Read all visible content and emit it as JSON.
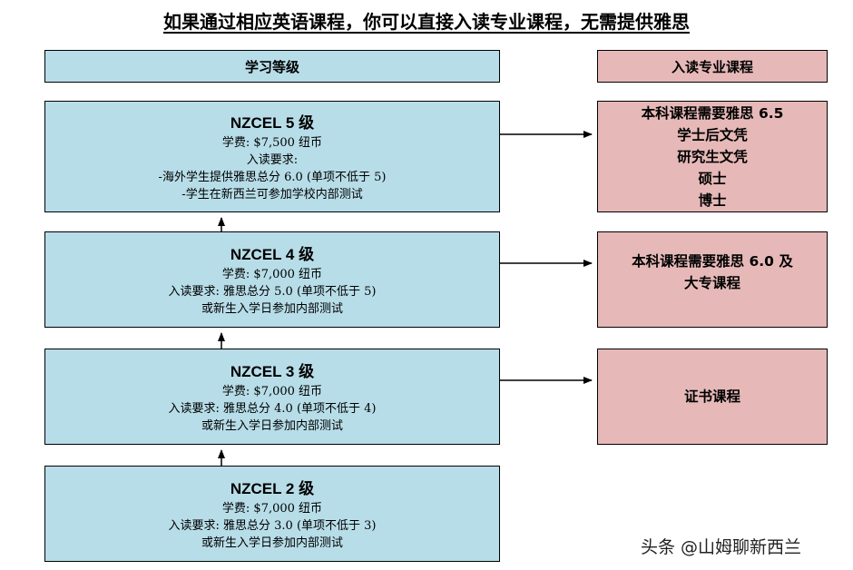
{
  "title": "如果通过相应英语课程，你可以直接入读专业课程，无需提供雅思",
  "headers": {
    "study_level": "学习等级",
    "enter_program": "入读专业课程"
  },
  "levels": [
    {
      "name": "NZCEL 5 级",
      "fee": "学费:  $7,500 纽币",
      "req_label": "入读要求:",
      "req_lines": [
        "-海外学生提供雅思总分 6.0 (单项不低于 5)",
        "-学生在新西兰可参加学校内部测试"
      ]
    },
    {
      "name": "NZCEL 4 级",
      "fee": "学费: $7,000 纽币",
      "req_label": "入读要求: 雅思总分 5.0 (单项不低于 5)",
      "req_lines": [
        "或新生入学日参加内部测试"
      ]
    },
    {
      "name": "NZCEL 3 级",
      "fee": "学费: $7,000 纽币",
      "req_label": "入读要求: 雅思总分 4.0 (单项不低于 4)",
      "req_lines": [
        "或新生入学日参加内部测试"
      ]
    },
    {
      "name": "NZCEL 2 级",
      "fee": "学费: $7,000 纽币",
      "req_label": "入读要求: 雅思总分 3.0 (单项不低于 3)",
      "req_lines": [
        "或新生入学日参加内部测试"
      ]
    }
  ],
  "destinations": [
    [
      "本科课程需要雅思 6.5",
      "学士后文凭",
      "研究生文凭",
      "硕士",
      "博士"
    ],
    [
      "本科课程需要雅思 6.0 及",
      "大专课程"
    ],
    [
      "证书课程"
    ]
  ],
  "watermark": "头条 @山姆聊新西兰",
  "colors": {
    "level_box": "#b7dde8",
    "destination_box": "#e6b9b8"
  }
}
